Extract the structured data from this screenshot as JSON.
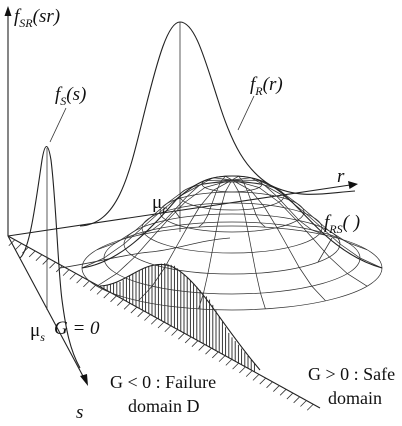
{
  "labels": {
    "joint_pdf_axis": "f",
    "joint_pdf_axis_sub": "SR",
    "joint_pdf_axis_args": "(sr)",
    "fs_main": "f",
    "fs_sub": "S",
    "fs_args": "(s)",
    "fr_main": "f",
    "fr_sub": "R",
    "fr_args": "(r)",
    "r_axis": "r",
    "s_axis": "s",
    "mu_r_main": "μ",
    "mu_r_sub": "r",
    "mu_s_main": "μ",
    "mu_s_sub": "s",
    "frs_main": "f",
    "frs_sub": "RS",
    "frs_args": "( )",
    "limit_state": "G = 0",
    "failure_line1": "G < 0 : Failure",
    "failure_line2": "domain D",
    "safe_line1": "G > 0 : Safe",
    "safe_line2": "domain"
  },
  "colors": {
    "ink": "#111111",
    "background": "#ffffff"
  }
}
